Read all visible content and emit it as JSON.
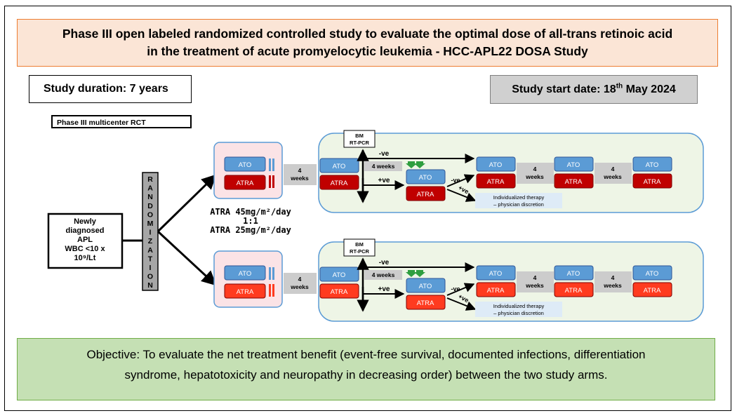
{
  "title": {
    "line1": "Phase III open labeled randomized controlled study to evaluate the optimal dose of all-trans retinoic acid",
    "line2": "in the treatment of acute promyelocytic leukemia - HCC-APL22 DOSA Study"
  },
  "study_duration": "Study duration: 7 years",
  "start_date": {
    "prefix": "Study start date: 18",
    "suffix": "th",
    "rest": " May 2024"
  },
  "diagram": {
    "header": "Phase III multicenter RCT",
    "patient_box": [
      "Newly",
      "diagnosed",
      "APL",
      "WBC <10 x",
      "10⁹/Lt"
    ],
    "randomization_letters": [
      "R",
      "A",
      "N",
      "D",
      "O",
      "M",
      "I",
      "Z",
      "A",
      "T",
      "I",
      "O",
      "N"
    ],
    "dose_text": [
      "ATRA 45mg/m²/day",
      "1:1",
      "ATRA 25mg/m²/day"
    ],
    "drug_ato": "ATO",
    "drug_atra": "ATRA",
    "four_weeks": [
      "4",
      "weeks"
    ],
    "four_weeks_inline": "4 weeks",
    "bm_label": [
      "BM",
      "RT-PCR"
    ],
    "neg": "-ve",
    "pos": "+ve",
    "individualized": [
      "Individualized therapy",
      "– physician discretion"
    ]
  },
  "objective": {
    "line1": "Objective: To evaluate the net treatment benefit (event-free survival, documented infections, differentiation",
    "line2": "syndrome, hepatotoxicity and neuropathy in decreasing order) between the two study arms."
  },
  "colors": {
    "ato_blue": "#5b9bd5",
    "atra_red_arm1": "#c00000",
    "atra_red_arm2": "#ff3b1f",
    "arm_panel": "#fbe3e6",
    "phase_panel": "#eef5e6",
    "grey_box": "#cccccc"
  }
}
